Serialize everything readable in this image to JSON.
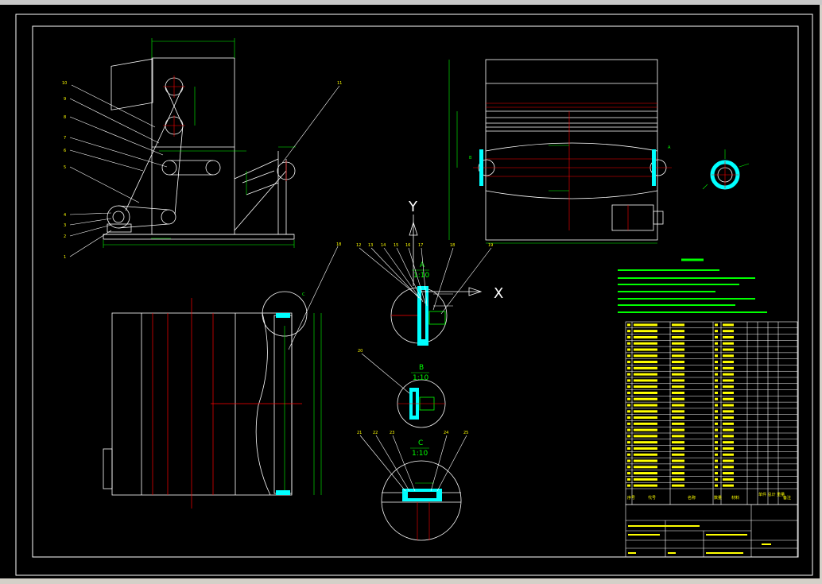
{
  "axis_labels": {
    "y": "Y",
    "x": "X"
  },
  "details": {
    "a": {
      "letter": "A",
      "scale": "1:10"
    },
    "b": {
      "letter": "B",
      "scale": "1:10"
    },
    "c": {
      "letter": "C",
      "scale": "1:10"
    },
    "c_marker": "C"
  },
  "views": {
    "end_view_markers": {
      "left": "B",
      "right": "A"
    }
  },
  "balloons": {
    "side_view": [
      "10",
      "9",
      "8",
      "7",
      "6",
      "5",
      "4",
      "3",
      "2",
      "1"
    ],
    "side_view_right": "11",
    "top_detail": [
      "12",
      "13",
      "14",
      "15",
      "16",
      "17",
      "18",
      "19"
    ],
    "plan_view": "18",
    "detail_b": "20",
    "detail_c": [
      "21",
      "22",
      "23",
      "24",
      "25"
    ]
  },
  "table": {
    "header": {
      "col1": "序号",
      "col2": "代号",
      "col3": "名称",
      "col4": "数量",
      "col5": "材料",
      "col6": "单件 总计 重量",
      "col7": "备注"
    }
  },
  "colors": {
    "background": "#000000",
    "line": "#ffffff",
    "red": "#ff0000",
    "green": "#00ff00",
    "cyan": "#00ffff",
    "yellow": "#ffff00"
  }
}
